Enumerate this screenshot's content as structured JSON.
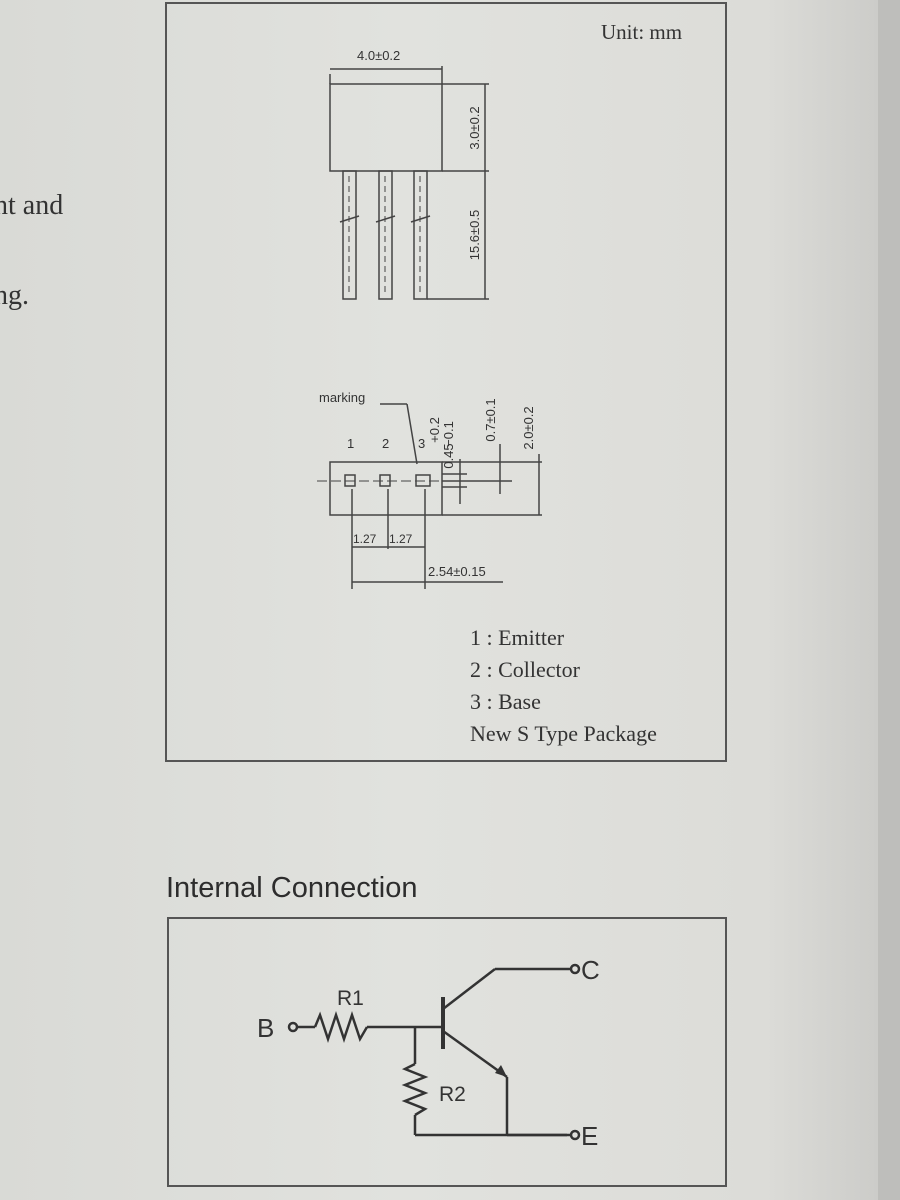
{
  "left_fragments": [
    "nt and",
    "ng."
  ],
  "package": {
    "unit": "Unit: mm",
    "dims": {
      "width": "4.0±0.2",
      "body_height": "3.0±0.2",
      "lead_length": "15.6±0.5",
      "lead_width_main": "0.45",
      "lead_width_tol_plus": "+0.2",
      "lead_width_tol_minus": "−0.1",
      "thickness_a": "0.7±0.1",
      "thickness_b": "2.0±0.2",
      "pitch_1": "1.27",
      "pitch_2": "1.27",
      "span": "2.54±0.15"
    },
    "marking_label": "marking",
    "pin_numbers": [
      "1",
      "2",
      "3"
    ],
    "pins": [
      "1 : Emitter",
      "2 : Collector",
      "3 : Base"
    ],
    "package_name": "New S Type  Package"
  },
  "internal": {
    "title": "Internal Connection",
    "labels": {
      "b": "B",
      "c": "C",
      "e": "E",
      "r1": "R1",
      "r2": "R2"
    }
  }
}
